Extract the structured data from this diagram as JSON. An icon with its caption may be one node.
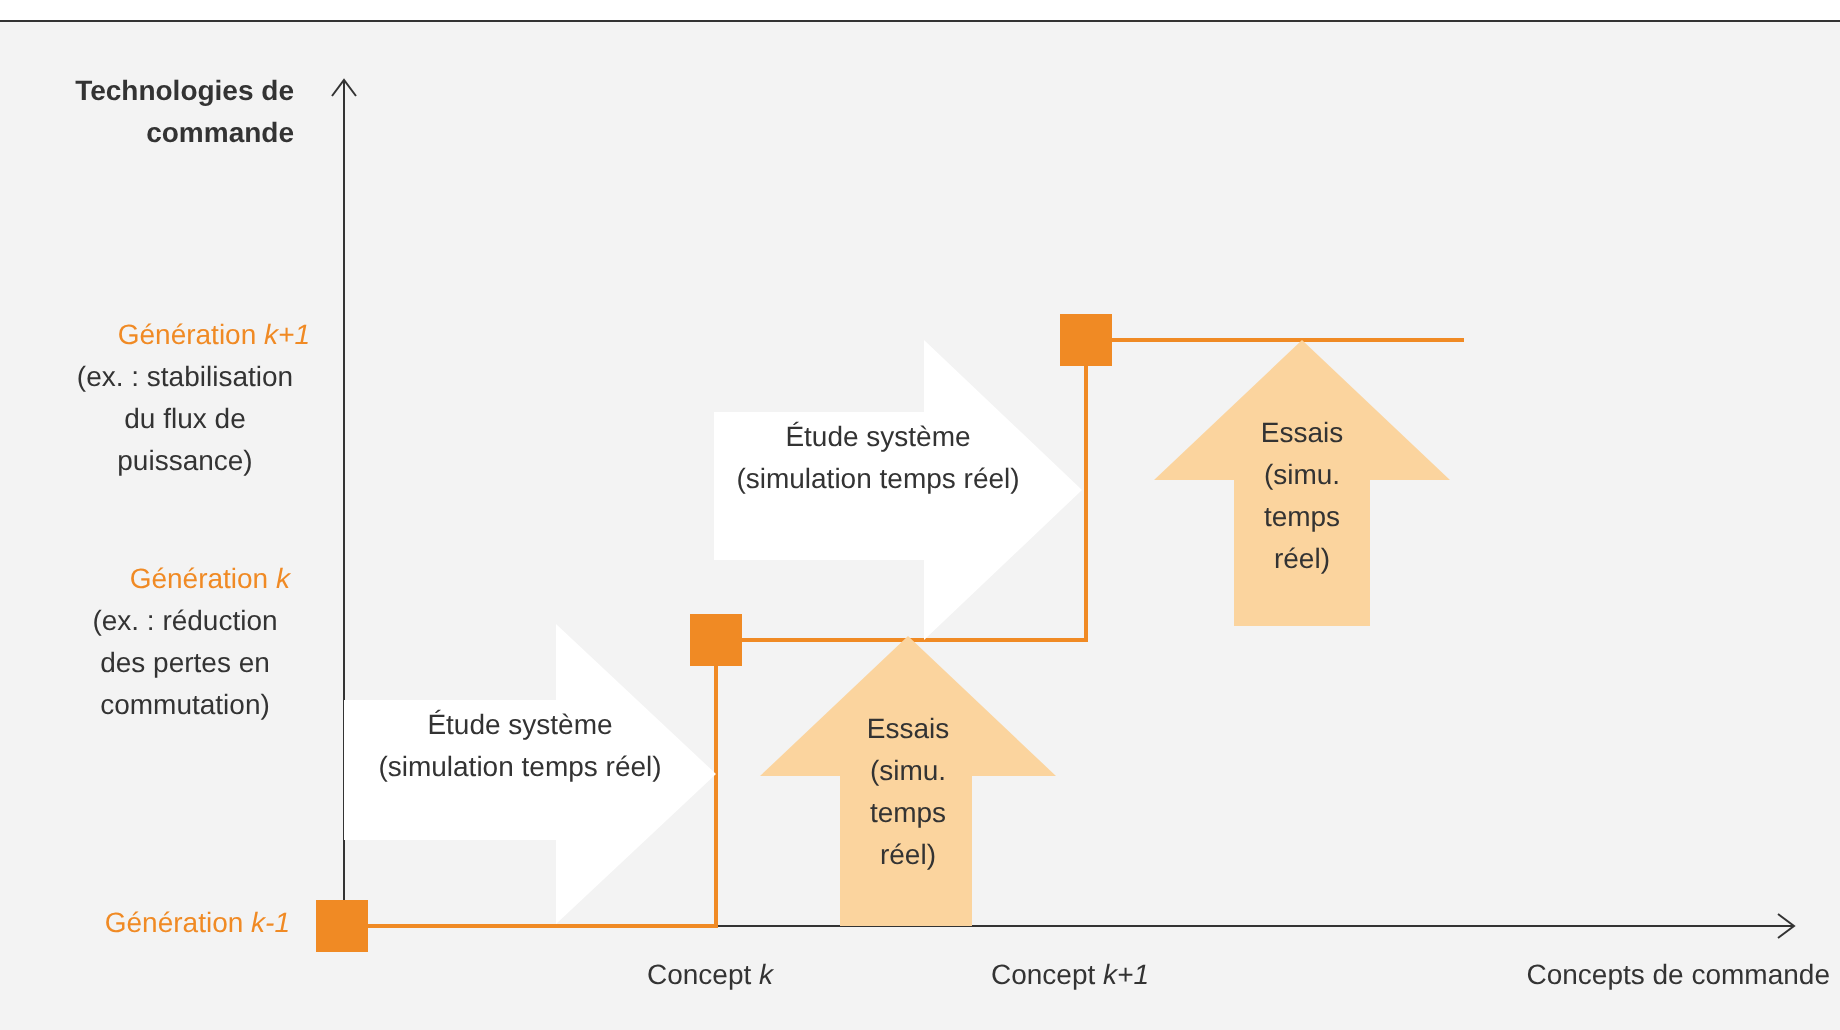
{
  "diagram": {
    "nodes": [
      {
        "text": [],
        "shape": "box"
      },
      {
        "text": [],
        "shape": "box"
      },
      {
        "text": [],
        "shape": "box"
      },
      {
        "text": [
          "Étude système (simulation temps réel)"
        ]
      },
      {
        "text": [
          "Essais (simu. temps réel)"
        ]
      },
      {
        "text": [
          "Étude système (simulation temps réel)"
        ]
      },
      {
        "text": [
          "Essais (simu. temps réel)"
        ]
      }
    ],
    "edges": [
      {
        "from": 0,
        "to": 1,
        "arrow": "none"
      },
      {
        "from": 1,
        "to": 2,
        "arrow": "none"
      },
      {
        "from": 2,
        "to": null,
        "arrow": "none"
      }
    ],
    "labels": [
      "Technologies de commande",
      "Génération *k+1*",
      "(ex. : stabilisation du flux de puissance)",
      "Génération *k*",
      "(ex. : réduction des pertes en commutation)",
      "Génération *k-1*",
      "Concept *k*",
      "Concept *k+1*",
      "Concepts de commande"
    ]
  }
}
